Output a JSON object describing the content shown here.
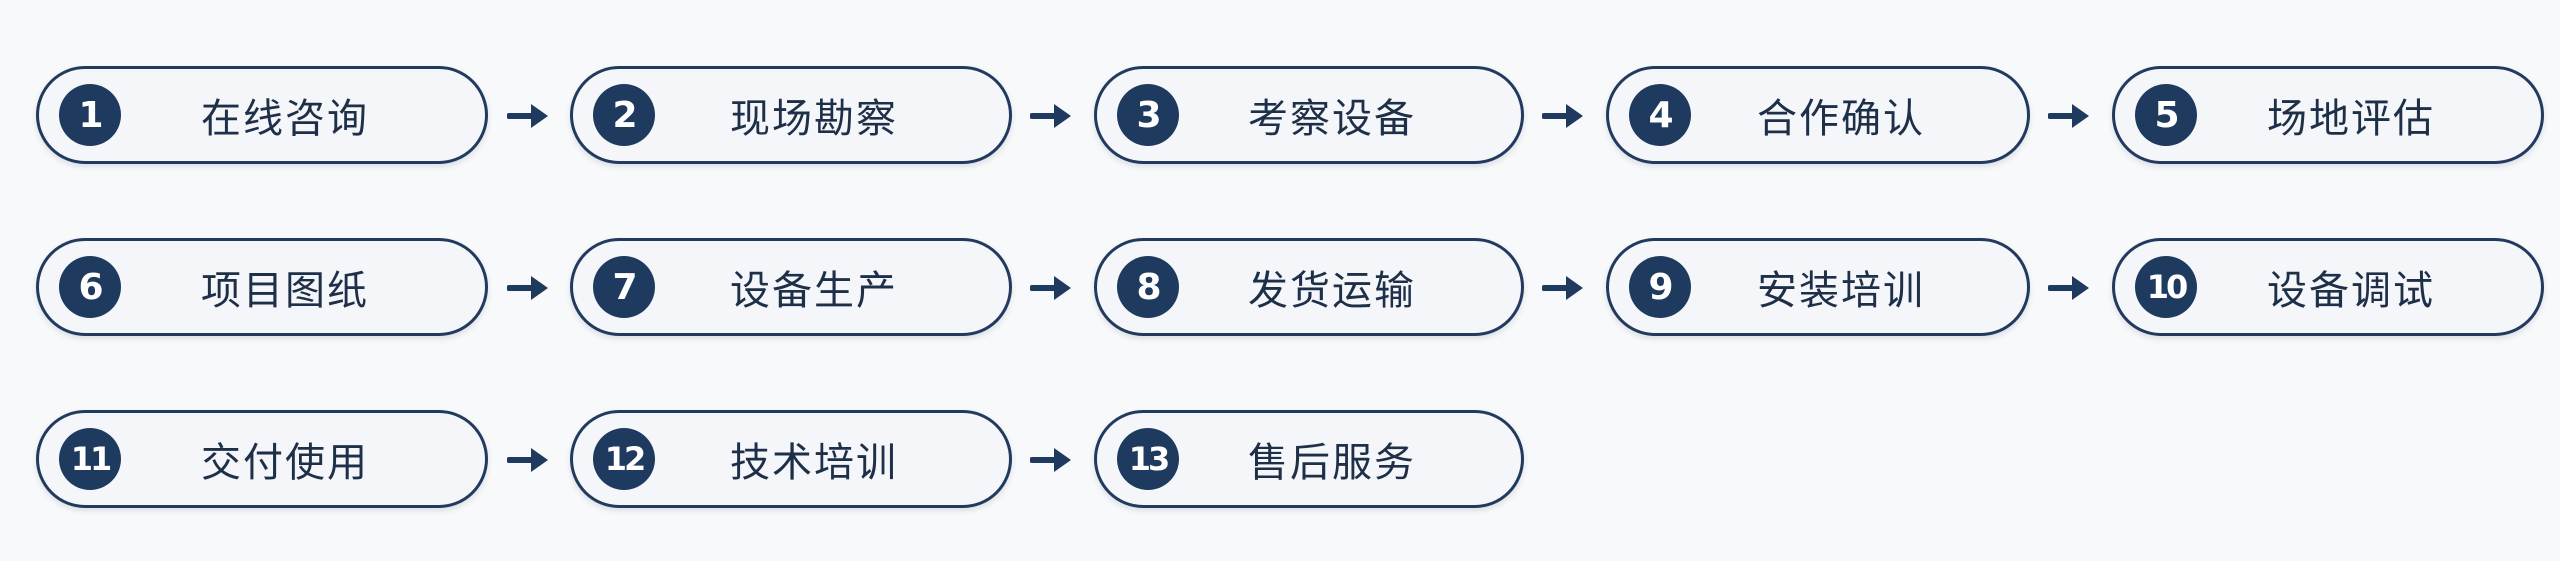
{
  "steps": [
    {
      "number": "1",
      "label": "在线咨询"
    },
    {
      "number": "2",
      "label": "现场勘察"
    },
    {
      "number": "3",
      "label": "考察设备"
    },
    {
      "number": "4",
      "label": "合作确认"
    },
    {
      "number": "5",
      "label": "场地评估"
    },
    {
      "number": "6",
      "label": "项目图纸"
    },
    {
      "number": "7",
      "label": "设备生产"
    },
    {
      "number": "8",
      "label": "发货运输"
    },
    {
      "number": "9",
      "label": "安装培训"
    },
    {
      "number": "10",
      "label": "设备调试"
    },
    {
      "number": "11",
      "label": "交付使用"
    },
    {
      "number": "12",
      "label": "技术培训"
    },
    {
      "number": "13",
      "label": "售后服务"
    }
  ],
  "colors": {
    "badge": "#1f3a5f",
    "border": "#223a5e",
    "arrow": "#1f3a5f",
    "background": "#f8f9fb"
  }
}
